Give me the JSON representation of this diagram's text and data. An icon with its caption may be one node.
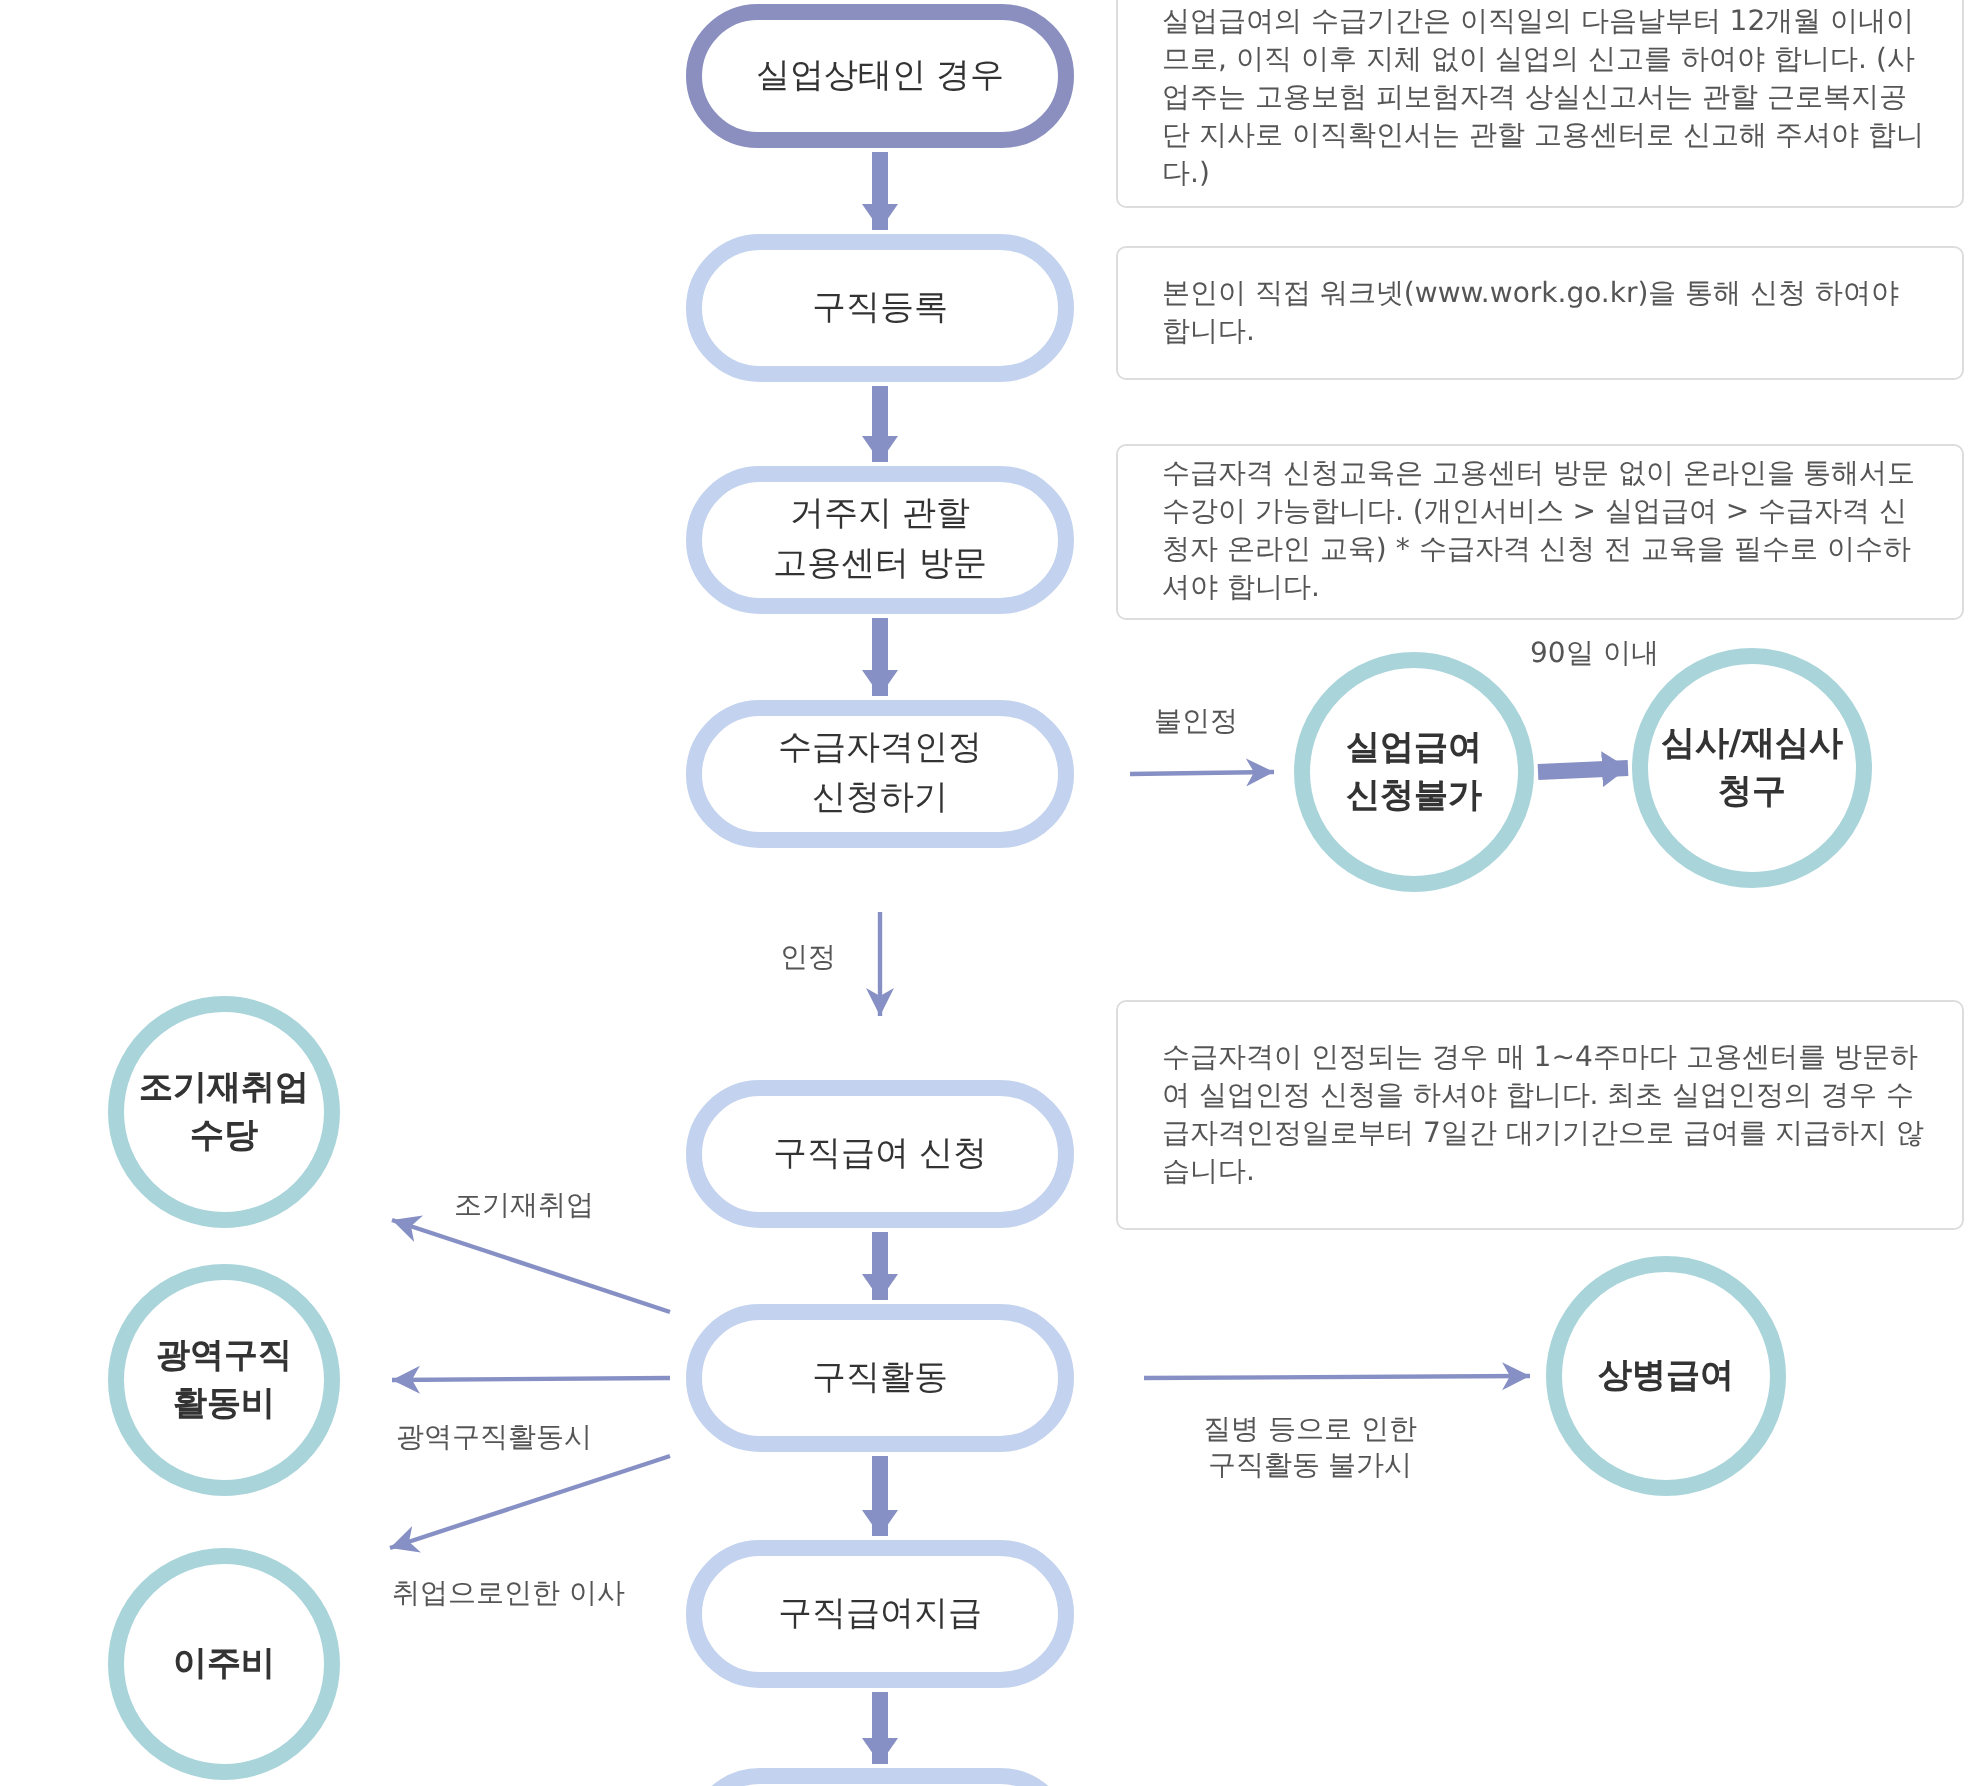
{
  "diagram": {
    "nodes": [
      {
        "text": [
          "실업상태인 경우"
        ]
      },
      {
        "text": [
          "실업급여의 수급기간은 이직일의 다음날부터 12개월 이내이므로, 이직 이후 지체 없이 실업의 신고를 하여야 합니다. (사업주는 고용보험 피보험자격 상실신고서는 관할 근로복지공단 지사로 이직확인서는 관할 고용센터로 신고해 주셔야 합니다.)"
        ]
      },
      {
        "text": [
          "구직등록"
        ]
      },
      {
        "text": [
          "본인이 직접 워크넷(www.work.go.kr)을 통해 신청 하여야 합니다."
        ]
      },
      {
        "text": [
          "거주지 관할 고용센터 방문"
        ]
      },
      {
        "text": [
          "수급자격 신청교육은 고용센터 방문 없이 온라인을 통해서도 수강이 가능합니다. (개인서비스 > 실업급여 > 수급자격 신청자 온라인 교육) * 수급자격 신청 전 교육을 필수로 이수하셔야 합니다."
        ]
      },
      {
        "text": [
          "수급자격인정 신청하기"
        ]
      },
      {
        "text": [
          "실업급여 신청불가"
        ]
      },
      {
        "text": [
          "심사/재심사 청구"
        ]
      },
      {
        "text": [
          "구직급여 신청"
        ]
      },
      {
        "text": [
          "수급자격이 인정되는 경우 매 1~4주마다 고용센터를 방문하여 실업인정 신청을 하셔야 합니다. 최초 실업인정의 경우 수급자격인정일로부터 7일간 대기기간으로 급여를 지급하지 않습니다."
        ]
      },
      {
        "text": [
          "조기재취업 수당"
        ]
      },
      {
        "text": [
          "구직활동"
        ]
      },
      {
        "text": [
          "광역구직 활동비"
        ]
      },
      {
        "text": [
          "상병급여"
        ]
      },
      {
        "text": [
          "구직급여지급"
        ]
      },
      {
        "text": [
          "이주비"
        ]
      },
      {
        "text": [],
        "shape": "box"
      }
    ],
    "edges": [
      {
        "from": 0,
        "to": 2,
        "arrow": "to"
      },
      {
        "from": 2,
        "to": 4,
        "arrow": "to"
      },
      {
        "from": 4,
        "to": 6,
        "arrow": "to"
      },
      {
        "from": 6,
        "to": 7,
        "label": "불인정",
        "arrow": "to"
      },
      {
        "from": 7,
        "to": 8,
        "label": "90일 이내",
        "arrow": "to"
      },
      {
        "from": 6,
        "to": 9,
        "label": "인정",
        "arrow": "to"
      },
      {
        "from": 9,
        "to": 12,
        "arrow": "to"
      },
      {
        "from": 12,
        "to": 11,
        "label": "조기재취업",
        "arrow": "to"
      },
      {
        "from": 12,
        "to": 13,
        "label": "광역구직활동시",
        "arrow": "to"
      },
      {
        "from": 12,
        "to": 16,
        "label": "취업으로인한 이사",
        "arrow": "to"
      },
      {
        "from": 12,
        "to": 14,
        "label": "질병 등으로 인한 구직활동 불가시",
        "arrow": "to"
      },
      {
        "from": 12,
        "to": 15,
        "arrow": "to"
      },
      {
        "from": 15,
        "to": 17,
        "arrow": "to"
      }
    ]
  }
}
